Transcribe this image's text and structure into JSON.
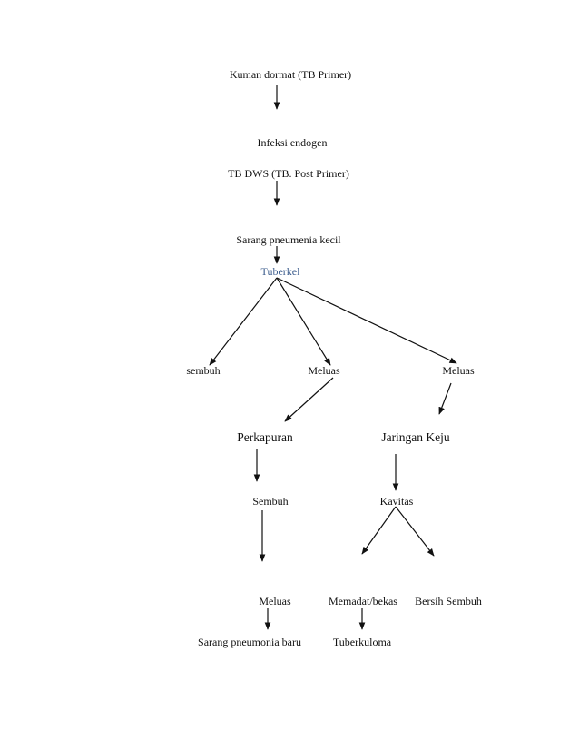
{
  "nodes": {
    "kuman_dormat": "Kuman dormat (TB Primer)",
    "infeksi_endogen": "Infeksi endogen",
    "tb_dws": "TB DWS (TB. Post Primer)",
    "sarang_pneumenia": "Sarang pneumenia kecil",
    "tuberkel": "Tuberkel",
    "sembuh_left": "sembuh",
    "meluas_mid": "Meluas",
    "meluas_right": "Meluas",
    "perkapuran": "Perkapuran",
    "jaringan_keju": "Jaringan Keju",
    "sembuh_mid": "Sembuh",
    "kavitas": "Kavitas",
    "meluas_bottom": "Meluas",
    "memadat_bekas": "Memadat/bekas",
    "bersih_sembuh": "Bersih Sembuh",
    "sarang_pneumonia_baru": "Sarang pneumonia baru",
    "tuberkuloma": "Tuberkuloma"
  },
  "colors": {
    "tuberkel_text": "#3f5f8f",
    "line": "#111111"
  }
}
